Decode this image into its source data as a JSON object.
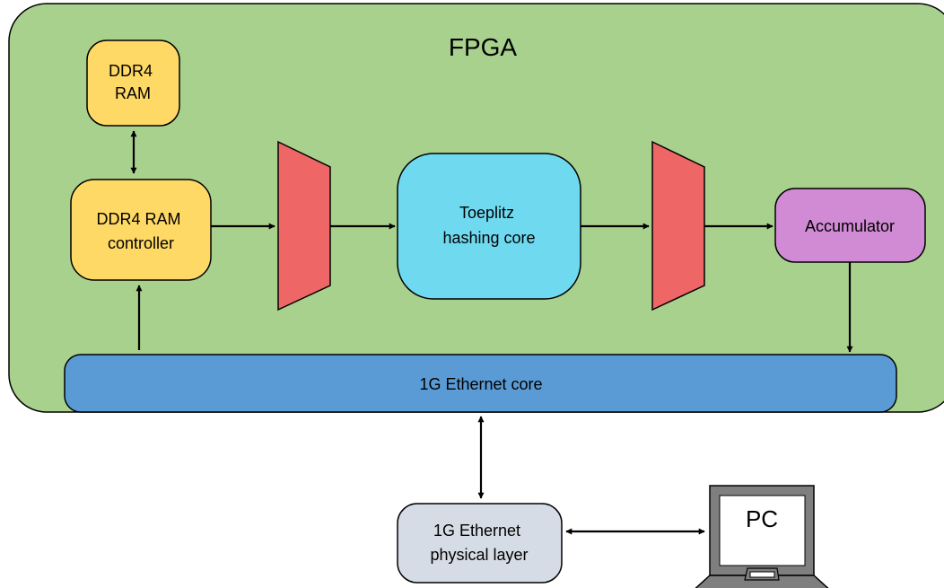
{
  "title": "FPGA",
  "blocks": {
    "ddr4_ram": [
      "DDR4",
      "RAM"
    ],
    "ddr4_controller": [
      "DDR4 RAM",
      "controller"
    ],
    "toeplitz_core": [
      "Toeplitz",
      "hashing core"
    ],
    "accumulator": "Accumulator",
    "ethernet_core": "1G Ethernet core",
    "ethernet_phy": [
      "1G Ethernet",
      "physical layer"
    ],
    "pc": "PC"
  },
  "colors": {
    "fpga_fill": "#a9d18e",
    "ram_fill": "#ffd966",
    "mux_fill": "#ee6666",
    "toeplitz_fill": "#6fd9f0",
    "accumulator_fill": "#d08bd4",
    "ethernet_fill": "#5b9bd5",
    "phy_fill": "#d6dce5",
    "laptop_fill": "#7f7f7f",
    "stroke": "#000000"
  }
}
